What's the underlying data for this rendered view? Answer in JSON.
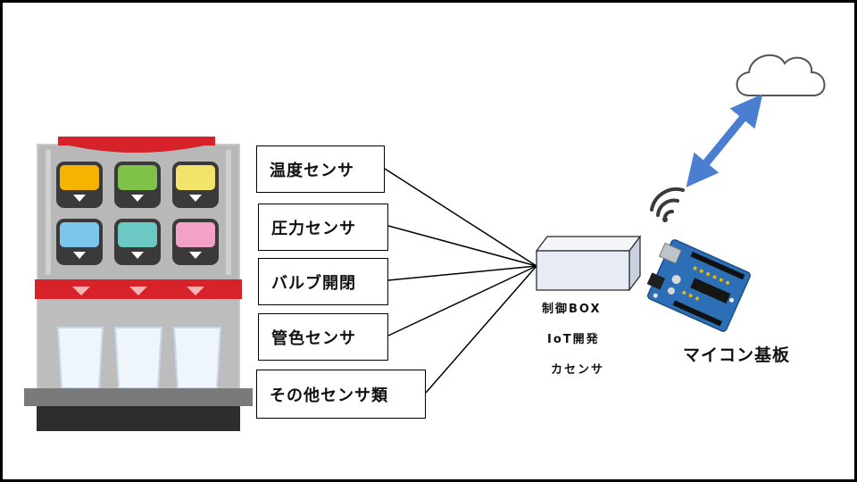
{
  "sensors": [
    {
      "label": "温度センサ"
    },
    {
      "label": "圧力センサ"
    },
    {
      "label": "バルブ開閉"
    },
    {
      "label": "管色センサ"
    },
    {
      "label": "その他センサ類"
    }
  ],
  "control_box": {
    "line1": "制御BOX",
    "line2": "IoT開発",
    "line3": "カセンサ"
  },
  "microcontroller": {
    "label": "マイコン基板"
  },
  "icons": {
    "machine": "drink-dispenser-icon",
    "cloud": "cloud-icon",
    "wifi": "wifi-signal-icon",
    "board": "arduino-board-icon",
    "link": "bidirectional-arrow-icon"
  },
  "colors": {
    "dispenser_red": "#d8222a",
    "arrow_blue": "#4a7ed0",
    "board_blue": "#2c6fb7",
    "box_face": "#e7ecf4"
  }
}
